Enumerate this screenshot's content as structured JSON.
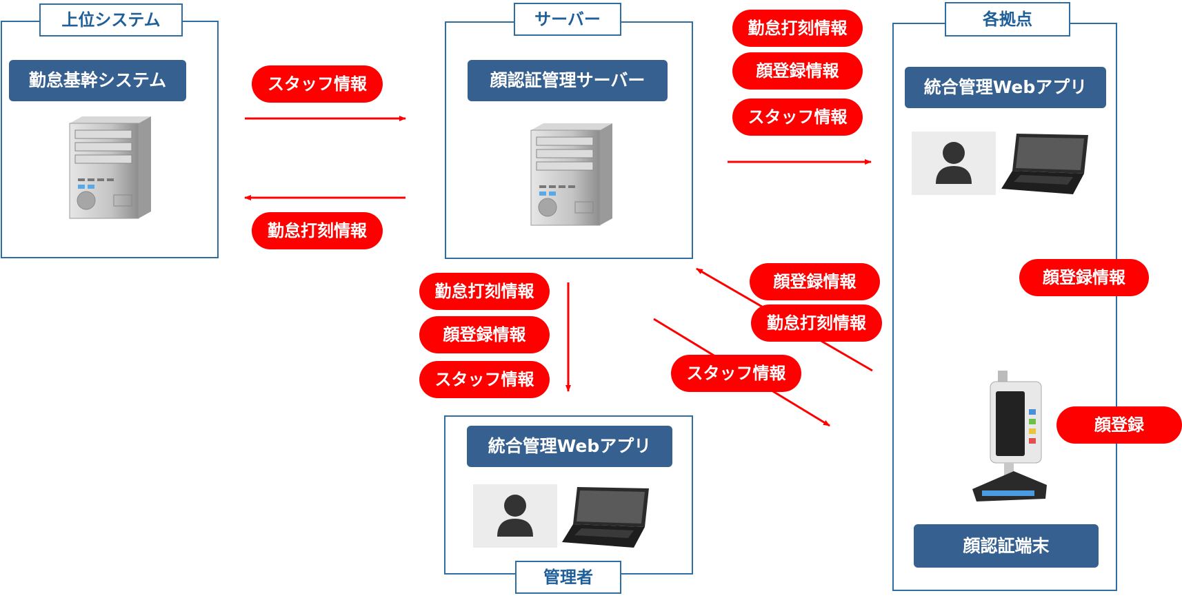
{
  "colors": {
    "accent": "#ff0000",
    "box_border": "#2e6da4",
    "label_bg": "#36608f"
  },
  "upper_system": {
    "title": "上位システム",
    "server_label": "勤怠基幹システム"
  },
  "server": {
    "title": "サーバー",
    "server_label": "顔認証管理サーバー"
  },
  "sites": {
    "title": "各拠点",
    "app_label": "統合管理Webアプリ",
    "device_label": "顔認証端末"
  },
  "admin": {
    "title": "管理者",
    "app_label": "統合管理Webアプリ"
  },
  "flows": {
    "upper_to_server": [
      "スタッフ情報"
    ],
    "server_to_upper": [
      "勤怠打刻情報"
    ],
    "server_to_sites": [
      "勤怠打刻情報",
      "顔登録情報",
      "スタッフ情報"
    ],
    "server_to_admin": [
      "勤怠打刻情報",
      "顔登録情報",
      "スタッフ情報"
    ],
    "device_to_server": [
      "顔登録情報",
      "勤怠打刻情報"
    ],
    "admin_to_device": [
      "スタッフ情報"
    ],
    "app_to_device": [
      "顔登録情報"
    ],
    "device_action": [
      "顔登録"
    ]
  },
  "icons": [
    "server-tower-icon",
    "user-avatar-icon",
    "laptop-icon",
    "face-recognition-terminal-icon"
  ]
}
